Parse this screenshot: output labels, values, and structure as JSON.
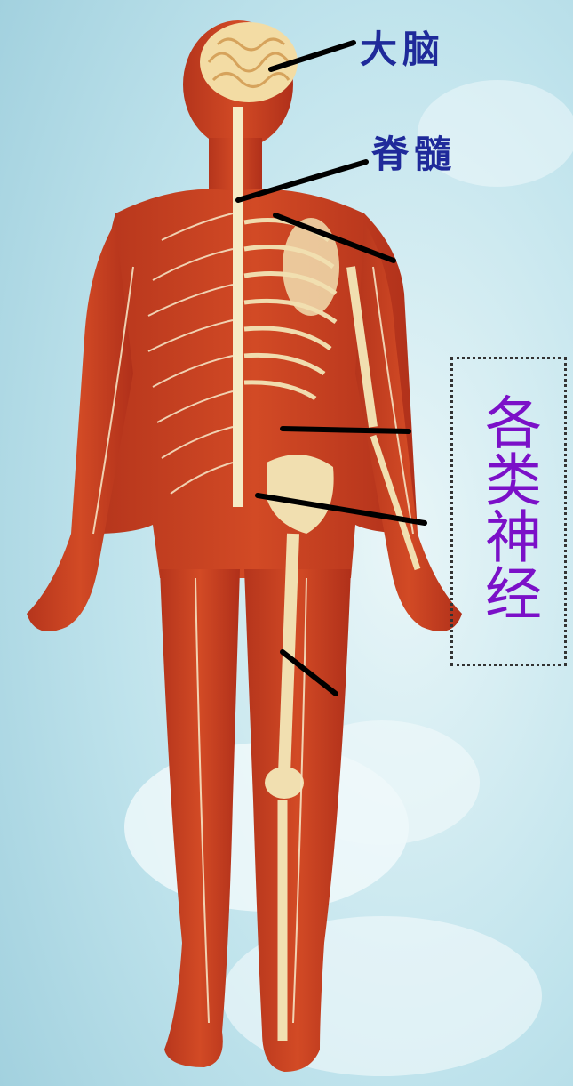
{
  "labels": {
    "brain": "大脑",
    "spinal_cord": "脊髓",
    "nerves": "各类神经"
  },
  "colors": {
    "background_light": "#eaf6f8",
    "background_blue": "#a9d6e2",
    "body": "#c0391f",
    "bone": "#f3e3b8",
    "label_blue": "#1f2a9a",
    "label_purple": "#7b10c8",
    "leader_line": "#000000"
  }
}
